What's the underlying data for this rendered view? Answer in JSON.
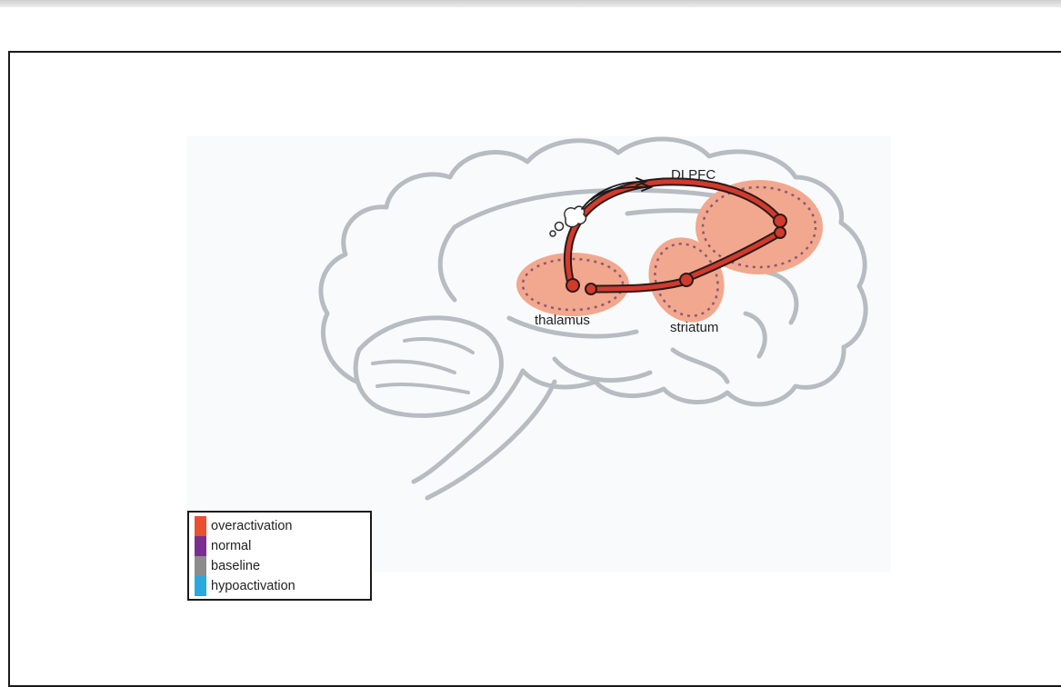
{
  "labels": {
    "dlpfc": "DLPFC",
    "thalamus": "thalamus",
    "striatum": "striatum"
  },
  "legend": [
    {
      "label": "overactivation",
      "color": "#e8502f"
    },
    {
      "label": "normal",
      "color": "#7a2e8e"
    },
    {
      "label": "baseline",
      "color": "#8c8c8c"
    },
    {
      "label": "hypoactivation",
      "color": "#2aa8e0"
    }
  ],
  "colors": {
    "brain_outline": "#b7bcc2",
    "region_fill": "#f2a88e",
    "region_dots": "#8a5a74",
    "pathway": "#d23a2c"
  }
}
